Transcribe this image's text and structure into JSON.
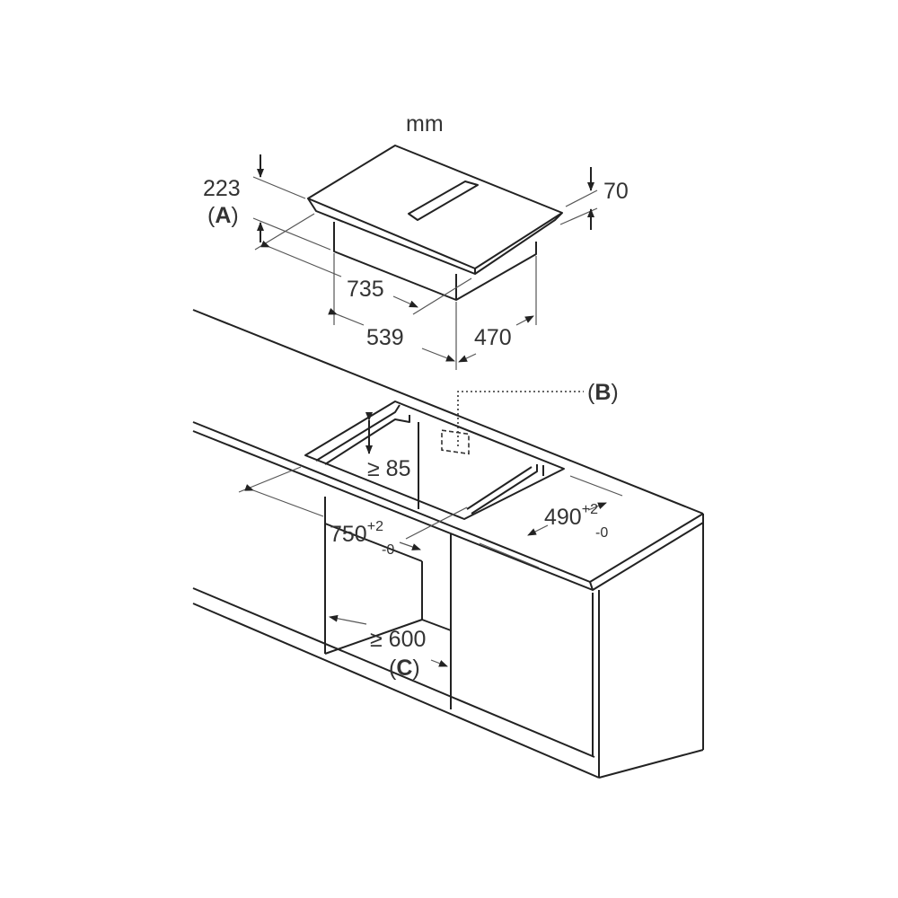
{
  "unit_label": "mm",
  "hob": {
    "height_overall": "223",
    "height_marker": "A",
    "plate_depth": "70",
    "width_overall": "735",
    "body_width": "539",
    "body_depth": "470"
  },
  "worktop": {
    "marker_b": "B",
    "min_depth": "≥ 85",
    "cutout_width": {
      "value": "750",
      "tol_plus": "+2",
      "tol_minus": "-0"
    },
    "cutout_depth": {
      "value": "490",
      "tol_plus": "+2",
      "tol_minus": "-0"
    },
    "cabinet_width": "≥ 600",
    "marker_c": "C"
  },
  "colors": {
    "line": "#222222",
    "text": "#333333",
    "background": "#ffffff"
  }
}
